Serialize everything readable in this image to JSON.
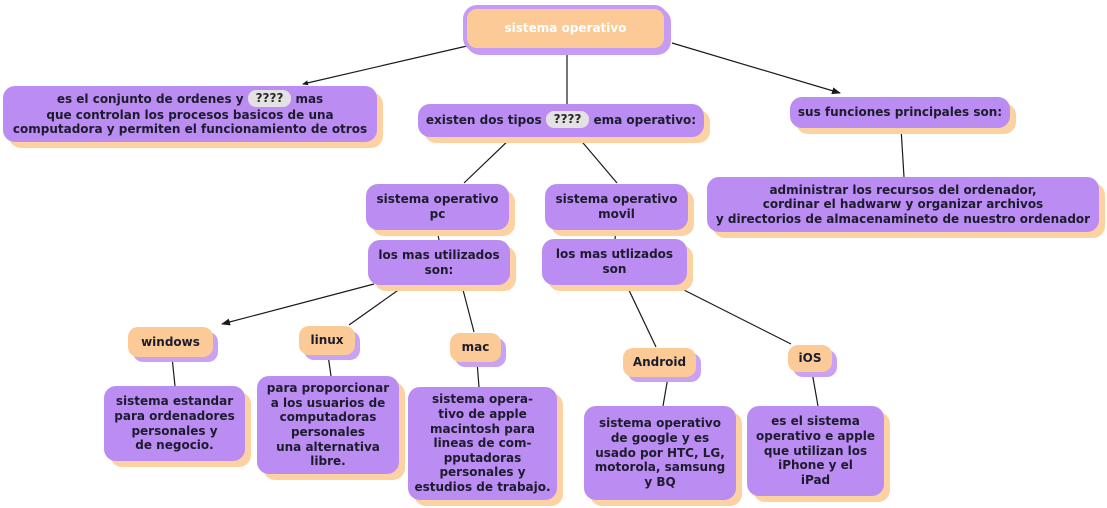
{
  "palette": {
    "purple_fill": "#bb8cf1",
    "orange_fill": "#fcca96",
    "purple_shadow": "#c69cf3",
    "orange_shadow": "#fcd2a2",
    "gray_chip": "#e3e1e1",
    "text": "#1c1c2e",
    "root_text": "#ffffff",
    "edge": "#1a1a1a"
  },
  "nodes": {
    "root": {
      "label": "sistema operativo"
    },
    "definition": {
      "before_mask": "es el conjunto de ordenes y",
      "mask": "????",
      "after_mask": "mas",
      "rest": "que controlan los procesos basicos de una\ncomputadora y permiten el funcionamiento de otros"
    },
    "types": {
      "before_mask": "existen dos tipos",
      "mask": "????",
      "after_mask": "ema operativo:"
    },
    "functions": {
      "label": "sus funciones principales son:"
    },
    "functions_detail": {
      "label": "administrar los recursos del ordenador,\ncordinar el hadwarw y organizar archivos\ny directorios de almacenamineto de nuestro ordenador"
    },
    "os_pc": {
      "label": "sistema operativo\npc"
    },
    "os_movil": {
      "label": "sistema operativo\nmovil"
    },
    "most_used_pc": {
      "label": "los mas utilizados\nson:"
    },
    "most_used_movil": {
      "label": "los mas utlizados\nson"
    },
    "windows": {
      "label": "windows",
      "description": "sistema estandar\npara ordenadores\npersonales y\nde negocio."
    },
    "linux": {
      "label": "linux",
      "description": "para proporcionar\na los usuarios de\ncomputadoras\npersonales\nuna alternativa\nlibre."
    },
    "mac": {
      "label": "mac",
      "description": "sistema opera-\ntivo de apple\nmacintosh para\nlineas de com-\npputadoras\npersonales y\nestudios de trabajo."
    },
    "android": {
      "label": "Android",
      "description": "sistema operativo\nde google y es\nusado por HTC, LG,\nmotorola, samsung\ny BQ"
    },
    "ios": {
      "label": "iOS",
      "description": "es el sistema\noperativo e apple\nque utilizan los\niPhone y el\niPad"
    }
  }
}
